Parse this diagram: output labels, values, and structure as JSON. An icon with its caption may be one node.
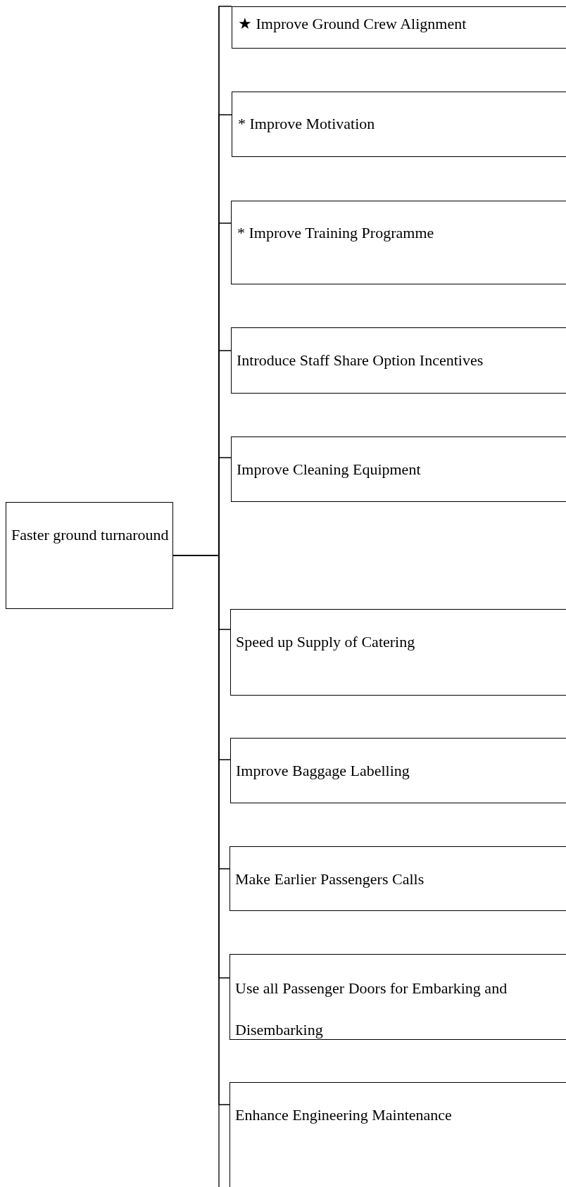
{
  "diagram": {
    "nodes": [
      {
        "text": [
          "Faster ground turnaround"
        ]
      },
      {
        "text": [
          "★ Improve Ground Crew Alignment"
        ]
      },
      {
        "text": [
          "* Improve Motivation"
        ]
      },
      {
        "text": [
          "* Improve Training Programme"
        ]
      },
      {
        "text": [
          "Introduce Staff Share Option Incentives"
        ]
      },
      {
        "text": [
          "Improve Cleaning Equipment"
        ]
      },
      {
        "text": [
          "Speed up Supply of Catering"
        ]
      },
      {
        "text": [
          "Improve Baggage Labelling"
        ]
      },
      {
        "text": [
          "Make Earlier Passengers Calls"
        ]
      },
      {
        "text": [
          "Use all Passenger Doors for Embarking and Disembarking"
        ]
      },
      {
        "text": [
          "Enhance Engineering Maintenance"
        ]
      }
    ],
    "edges": [
      {
        "from": 0,
        "to": 1,
        "arrow": "none"
      },
      {
        "from": 0,
        "to": 2,
        "arrow": "none"
      },
      {
        "from": 0,
        "to": 3,
        "arrow": "none"
      },
      {
        "from": 0,
        "to": 4,
        "arrow": "none"
      },
      {
        "from": 0,
        "to": 5,
        "arrow": "none"
      },
      {
        "from": 0,
        "to": 6,
        "arrow": "none"
      },
      {
        "from": 0,
        "to": 7,
        "arrow": "none"
      },
      {
        "from": 0,
        "to": 8,
        "arrow": "none"
      },
      {
        "from": 0,
        "to": 9,
        "arrow": "none"
      },
      {
        "from": 0,
        "to": 10,
        "arrow": "none"
      }
    ]
  }
}
